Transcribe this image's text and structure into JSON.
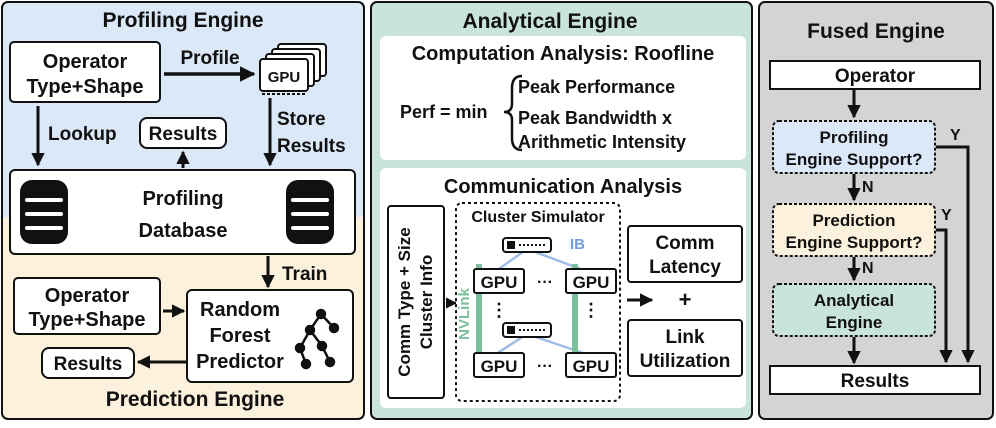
{
  "profiling": {
    "title": "Profiling Engine",
    "operator_line1": "Operator",
    "operator_line2": "Type+Shape",
    "profile_label": "Profile",
    "gpu_label": "GPU",
    "lookup_label": "Lookup",
    "results_label": "Results",
    "store_line1": "Store",
    "store_line2": "Results",
    "db_line1": "Profiling",
    "db_line2": "Database",
    "database_icon": "database-icon"
  },
  "prediction": {
    "title": "Prediction Engine",
    "train_label": "Train",
    "operator_line1": "Operator",
    "operator_line2": "Type+Shape",
    "rf_line1": "Random",
    "rf_line2": "Forest",
    "rf_line3": "Predictor",
    "results_label": "Results",
    "tree_icon": "decision-tree-icon"
  },
  "analytical": {
    "title": "Analytical Engine",
    "roofline_title": "Computation Analysis: Roofline",
    "perf_label": "Perf = min",
    "peak_perf": "Peak Performance",
    "peak_bw_line1": "Peak Bandwidth x",
    "peak_bw_line2": "Arithmetic Intensity",
    "comm_title": "Communication Analysis",
    "comm_input_line1": "Comm Type + Size",
    "comm_input_line2": "Cluster Info",
    "simulator_title": "Cluster Simulator",
    "ib_label": "IB",
    "nvlink_label": "NVLink",
    "gpu_label": "GPU",
    "ellipsis": "···",
    "vdots": "⋮",
    "comm_latency_line1": "Comm",
    "comm_latency_line2": "Latency",
    "plus": "+",
    "link_util_line1": "Link",
    "link_util_line2": "Utilization"
  },
  "fused": {
    "title": "Fused Engine",
    "operator": "Operator",
    "profiling_q_line1": "Profiling",
    "profiling_q_line2": "Engine Support?",
    "prediction_q_line1": "Prediction",
    "prediction_q_line2": "Engine Support?",
    "analytical_line1": "Analytical",
    "analytical_line2": "Engine",
    "results": "Results",
    "yes": "Y",
    "no": "N"
  },
  "colors": {
    "profiling_bg": "#dbe8f7",
    "prediction_bg": "#fcf1dc",
    "analytical_bg": "#c9e4d8",
    "fused_bg": "#d4d4d4",
    "nvlink": "#7bbf9c",
    "ib": "#9dbde6"
  }
}
